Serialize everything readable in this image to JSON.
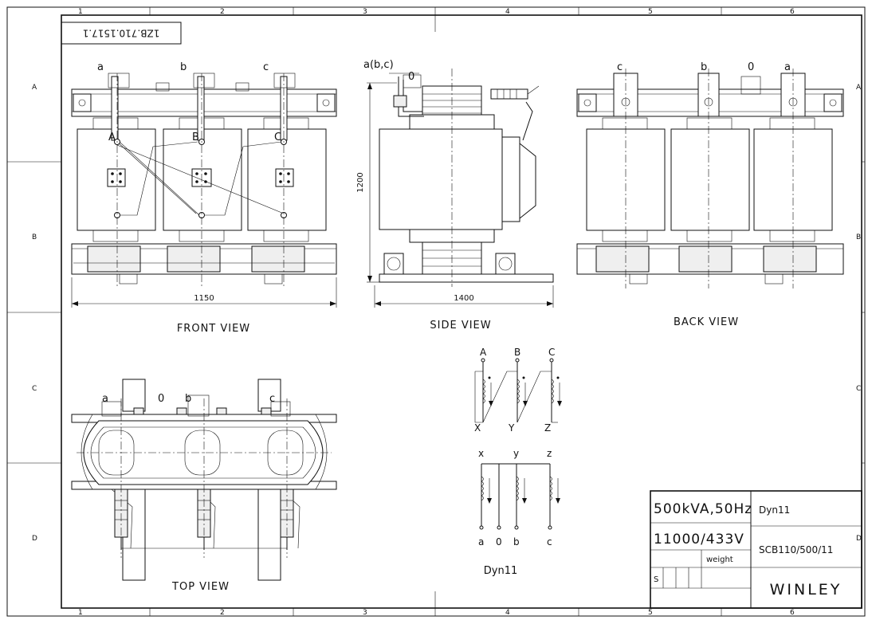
{
  "sheet": {
    "drawing_number": "1ZB.710.1517.1",
    "column_labels": [
      "1",
      "2",
      "3",
      "4",
      "5",
      "6"
    ],
    "row_labels": [
      "A",
      "B",
      "C",
      "D"
    ]
  },
  "views": {
    "front": {
      "title": "FRONT VIEW",
      "width_dimension": "1150",
      "low_voltage_terminals": [
        "a",
        "b",
        "c"
      ],
      "high_voltage_terminals": [
        "A",
        "B",
        "C"
      ]
    },
    "side": {
      "title": "SIDE VIEW",
      "width_dimension": "1400",
      "height_dimension": "1200",
      "terminal_label": "a(b,c)",
      "neutral_label": "0"
    },
    "back": {
      "title": "BACK VIEW",
      "terminals": [
        "c",
        "b",
        "0",
        "a"
      ]
    },
    "top": {
      "title": "TOP VIEW",
      "terminals": [
        "a",
        "0",
        "b",
        "c"
      ]
    }
  },
  "wiring_diagram": {
    "primary_top": [
      "A",
      "B",
      "C"
    ],
    "primary_bottom": [
      "X",
      "Y",
      "Z"
    ],
    "secondary_top": [
      "x",
      "y",
      "z"
    ],
    "secondary_bottom": [
      "a",
      "0",
      "b",
      "c"
    ],
    "vector_group": "Dyn11"
  },
  "title_block": {
    "rating": "500kVA,50Hz",
    "voltage": "11000/433V",
    "weight_label": "weight",
    "scale_label": "S",
    "vector_group": "Dyn11",
    "model": "SCB110/500/11",
    "company": "WINLEY"
  },
  "colors": {
    "ink": "#111111",
    "paper": "#ffffff"
  }
}
